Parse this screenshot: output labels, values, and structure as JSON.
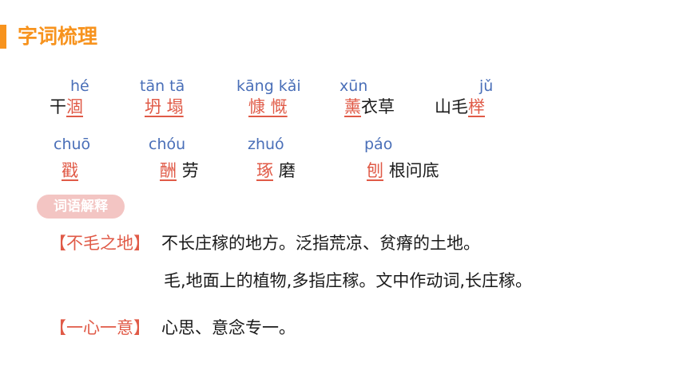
{
  "title": "字词梳理",
  "row1": [
    {
      "pinyin": "hé",
      "plain_before": "干",
      "target": "涸",
      "plain_after": ""
    },
    {
      "pinyin": "tān  tā",
      "plain_before": "",
      "target": "坍 塌",
      "plain_after": ""
    },
    {
      "pinyin": "kāng  kǎi",
      "plain_before": "",
      "target": "慷 慨",
      "plain_after": ""
    },
    {
      "pinyin": "xūn",
      "plain_before": "",
      "target": "薰",
      "plain_after": "衣草"
    },
    {
      "pinyin": "jǔ",
      "plain_before": "山毛",
      "target": "榉",
      "plain_after": ""
    }
  ],
  "row2": [
    {
      "pinyin": "chuō",
      "plain_before": "",
      "target": "戳",
      "plain_after": ""
    },
    {
      "pinyin": "chóu",
      "plain_before": "",
      "target": "酬",
      "plain_after": "劳"
    },
    {
      "pinyin": "zhuó",
      "plain_before": "",
      "target": "琢",
      "plain_after": "磨"
    },
    {
      "pinyin": "páo",
      "plain_before": "",
      "target": "刨",
      "plain_after": "根问底"
    }
  ],
  "badge": "词语解释",
  "entries": [
    {
      "term": "【不毛之地】",
      "definition": "不长庄稼的地方。泛指荒凉、贫瘠的土地。",
      "note": "毛,地面上的植物,多指庄稼。文中作动词,长庄稼。"
    },
    {
      "term": "【一心一意】",
      "definition": "心思、意念专一。",
      "note": ""
    }
  ],
  "colors": {
    "accent": "#f7931e",
    "pinyin": "#4a6fb8",
    "highlight": "#e05a47",
    "badge_bg": "#f3c5c3"
  }
}
